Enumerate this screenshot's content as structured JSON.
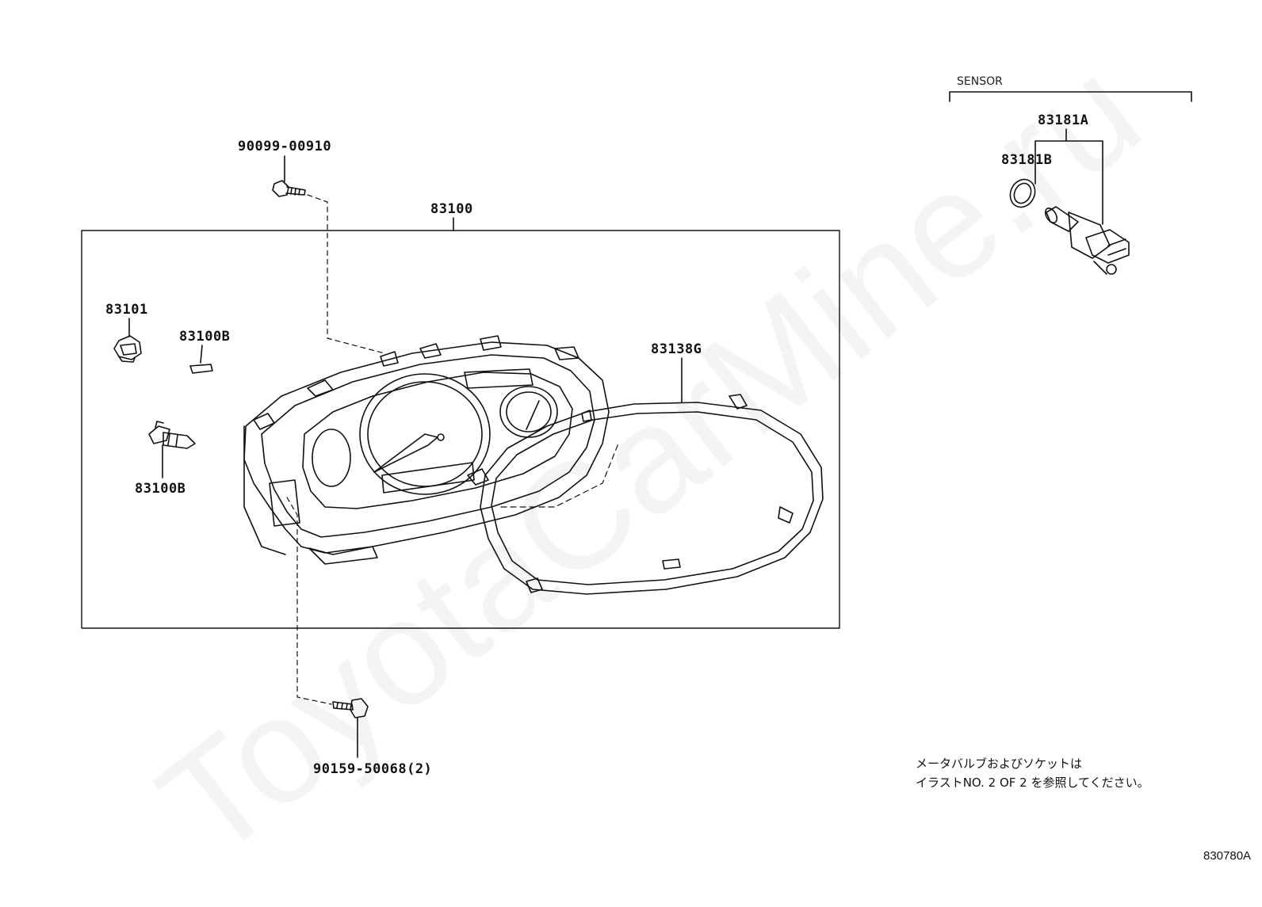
{
  "watermark": "ToyotaCarMine.ru",
  "sensor_group": {
    "title": "SENSOR",
    "assembly": "83181A",
    "o_ring": "83181B"
  },
  "parts": {
    "screw_top": "90099-00910",
    "combination_meter": "83100",
    "bulb_socket": "83101",
    "bulb": "83100B",
    "socket_assembly": "83100B",
    "glass": "83138G",
    "screw_bottom": "90159-50068(2)"
  },
  "note": {
    "line1": "メータバルブおよびソケットは",
    "line2": "イラストNO. 2  OF  2  を参照してください。"
  },
  "diagram_code": "830780A"
}
